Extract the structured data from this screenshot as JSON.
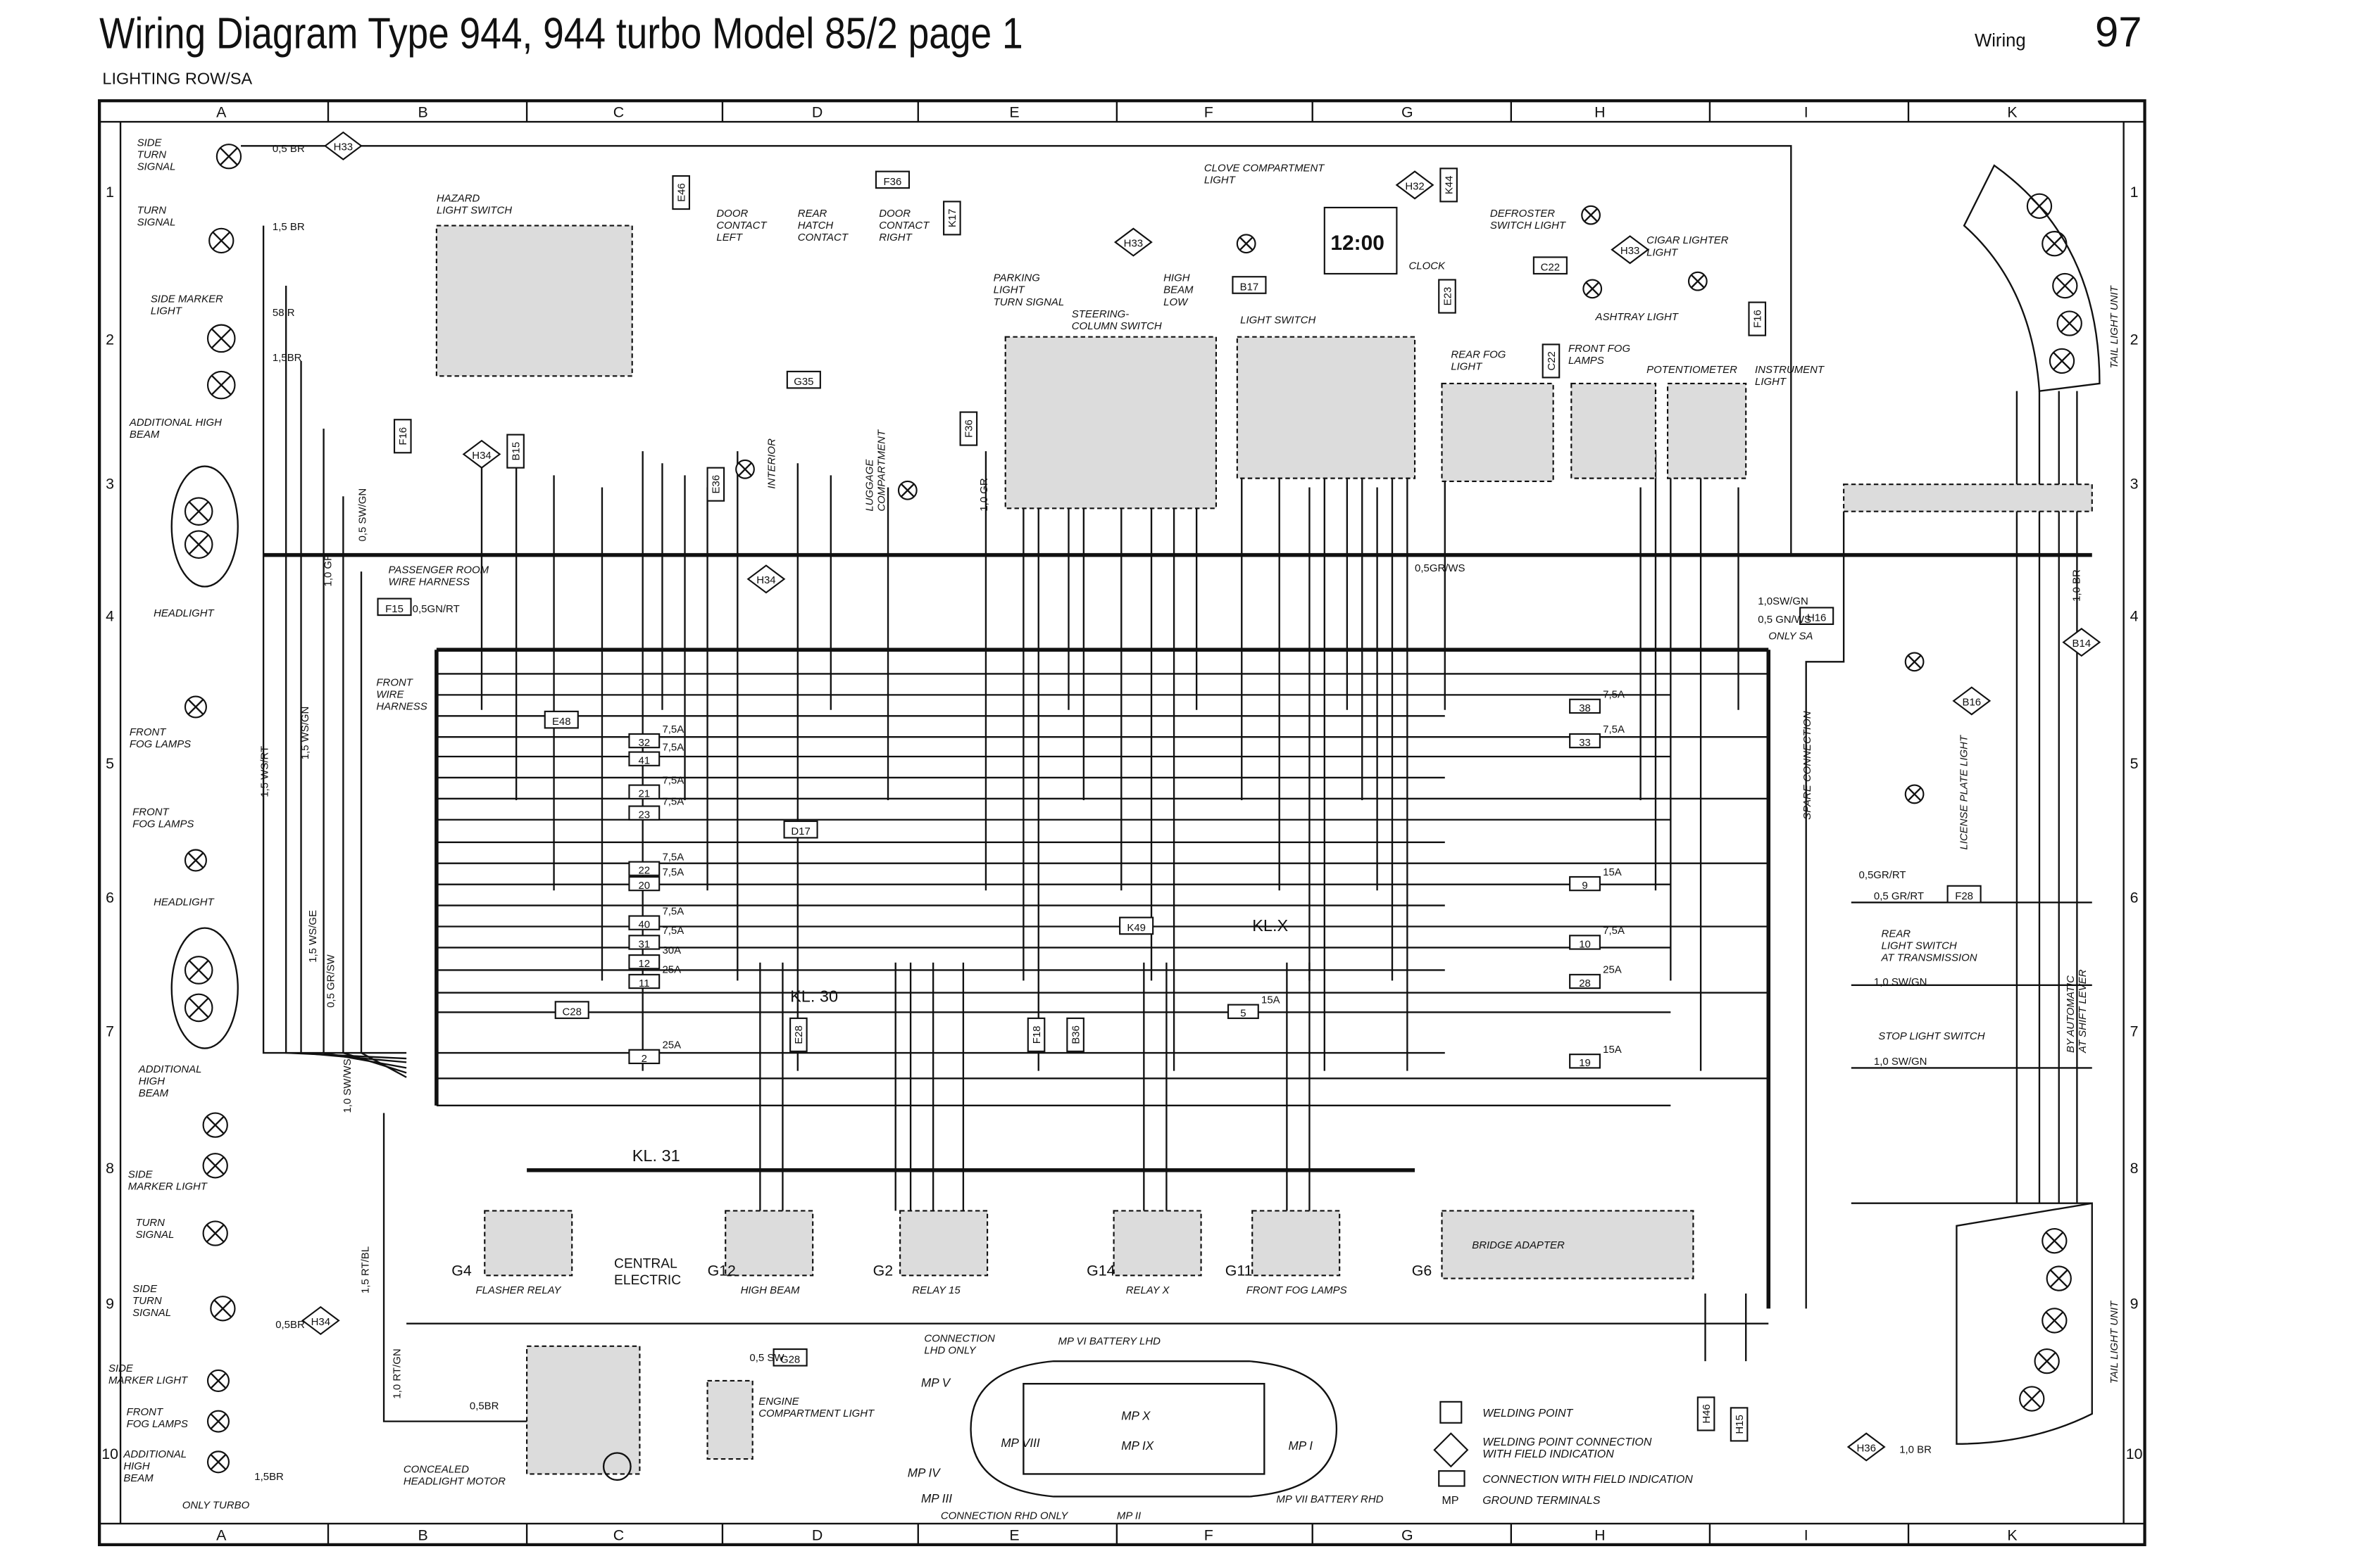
{
  "header": {
    "title": "Wiring Diagram Type 944, 944 turbo Model 85/2 page 1",
    "subtitle": "LIGHTING ROW/SA",
    "section": "Wiring",
    "page_number": "97"
  },
  "grid": {
    "columns": [
      "A",
      "B",
      "C",
      "D",
      "E",
      "F",
      "G",
      "H",
      "I",
      "K"
    ],
    "rows": [
      "1",
      "2",
      "3",
      "4",
      "5",
      "6",
      "7",
      "8",
      "9",
      "10"
    ]
  },
  "components": {
    "side_turn_signal_top": [
      "SIDE",
      "TURN",
      "SIGNAL"
    ],
    "turn_signal_top": [
      "TURN",
      "SIGNAL"
    ],
    "side_marker_top": [
      "SIDE MARKER",
      "LIGHT"
    ],
    "add_high_beam_top": [
      "ADDITIONAL HIGH",
      "BEAM"
    ],
    "headlight_top": [
      "HEADLIGHT"
    ],
    "front_fog_1": [
      "FRONT",
      "FOG LAMPS"
    ],
    "front_fog_2": [
      "FRONT",
      "FOG LAMPS"
    ],
    "headlight_bottom": [
      "HEADLIGHT"
    ],
    "add_high_beam_bottom": [
      "ADDITIONAL",
      "HIGH",
      "BEAM"
    ],
    "side_marker_bottom": [
      "SIDE",
      "MARKER LIGHT"
    ],
    "turn_signal_bottom": [
      "TURN",
      "SIGNAL"
    ],
    "side_turn_signal_bottom": [
      "SIDE",
      "TURN",
      "SIGNAL"
    ],
    "turbo_side_marker": [
      "SIDE",
      "MARKER LIGHT"
    ],
    "turbo_front_fog": [
      "FRONT",
      "FOG LAMPS"
    ],
    "turbo_add_high_beam": [
      "ADDITIONAL",
      "HIGH",
      "BEAM"
    ],
    "only_turbo": [
      "ONLY TURBO"
    ],
    "hazard_switch": [
      "HAZARD",
      "LIGHT SWITCH"
    ],
    "door_contact_left": [
      "DOOR",
      "CONTACT",
      "LEFT"
    ],
    "rear_hatch_contact": [
      "REAR",
      "HATCH",
      "CONTACT"
    ],
    "door_contact_right": [
      "DOOR",
      "CONTACT",
      "RIGHT"
    ],
    "glove_compartment": [
      "CLOVE COMPARTMENT",
      "LIGHT"
    ],
    "clock": [
      "CLOCK"
    ],
    "clock_display": [
      "12:00"
    ],
    "defroster_switch": [
      "DEFROSTER",
      "SWITCH LIGHT"
    ],
    "cigar_lighter": [
      "CIGAR LIGHTER",
      "LIGHT"
    ],
    "ashtray_light": [
      "ASHTRAY LIGHT"
    ],
    "parking_light": [
      "PARKING",
      "LIGHT",
      "TURN SIGNAL"
    ],
    "steering_column": [
      "STEERING-",
      "COLUMN SWITCH"
    ],
    "high_beam_low": [
      "HIGH",
      "BEAM",
      "LOW"
    ],
    "light_switch": [
      "LIGHT SWITCH"
    ],
    "rear_fog_light": [
      "REAR FOG",
      "LIGHT"
    ],
    "front_fog_lamps_sw": [
      "FRONT FOG",
      "LAMPS"
    ],
    "potentiometer": [
      "POTENTIOMETER"
    ],
    "instrument_light": [
      "INSTRUMENT",
      "LIGHT"
    ],
    "interior": [
      "INTERIOR"
    ],
    "luggage": [
      "LUGGAGE",
      "COMPARTMENT"
    ],
    "passenger_harness": [
      "PASSENGER ROOM",
      "WIRE HARNESS"
    ],
    "front_harness": [
      "FRONT",
      "WIRE",
      "HARNESS"
    ],
    "spare_connection": [
      "SPARE CONNECTION"
    ],
    "license_plate": [
      "LICENSE PLATE LIGHT"
    ],
    "rear_light_switch": [
      "REAR",
      "LIGHT SWITCH",
      "AT TRANSMISSION"
    ],
    "stop_light_switch": [
      "STOP LIGHT SWITCH"
    ],
    "by_automatic": [
      "BY AUTOMATIC",
      "AT SHIFT LEVER"
    ],
    "tail_light_top": [
      "TAIL LIGHT UNIT"
    ],
    "tail_light_bottom": [
      "TAIL LIGHT UNIT"
    ],
    "kl30": [
      "KL. 30"
    ],
    "kl31": [
      "KL. 31"
    ],
    "klx": [
      "KL.X"
    ],
    "g4": [
      "G4"
    ],
    "flasher_relay": [
      "FLASHER RELAY"
    ],
    "central_electric": [
      "CENTRAL",
      "ELECTRIC"
    ],
    "g12": [
      "G12"
    ],
    "high_beam_relay": [
      "HIGH BEAM"
    ],
    "g2": [
      "G2"
    ],
    "relay_15": [
      "RELAY 15"
    ],
    "g14": [
      "G14"
    ],
    "relay_x": [
      "RELAY X"
    ],
    "g11": [
      "G11"
    ],
    "front_fog_relay": [
      "FRONT FOG LAMPS"
    ],
    "g6": [
      "G6"
    ],
    "bridge_adapter": [
      "BRIDGE ADAPTER"
    ],
    "engine_comp_light": [
      "ENGINE",
      "COMPARTMENT LIGHT"
    ],
    "concealed_motor": [
      "CONCEALED",
      "HEADLIGHT MOTOR"
    ],
    "conn_lhd": [
      "CONNECTION",
      "LHD ONLY"
    ],
    "mp6": [
      "MP VI  BATTERY LHD"
    ],
    "conn_rhd": [
      "CONNECTION RHD ONLY"
    ],
    "mp2": [
      "MP II"
    ],
    "mp7": [
      "MP VII  BATTERY RHD"
    ],
    "mp1": [
      "MP I"
    ],
    "mp10": [
      "MP X"
    ],
    "mp9": [
      "MP IX"
    ],
    "mp8": [
      "MP VIII"
    ],
    "mp5": [
      "MP V"
    ],
    "mp4": [
      "MP IV"
    ],
    "mp3": [
      "MP III"
    ],
    "only_sa": [
      "ONLY  SA"
    ]
  },
  "legend": {
    "welding_point": "WELDING POINT",
    "welding_conn": [
      "WELDING POINT CONNECTION",
      "WITH FIELD INDICATION"
    ],
    "connection_field": "CONNECTION WITH FIELD INDICATION",
    "mp_symbol": "MP",
    "ground_terminals": "GROUND TERMINALS"
  },
  "connectors": [
    "H33",
    "H34",
    "F36",
    "K17",
    "E46",
    "H32",
    "K44",
    "H33",
    "B17",
    "C22",
    "H33",
    "F16",
    "E23",
    "C22",
    "F15",
    "F16",
    "B15",
    "E36",
    "G35",
    "F36",
    "H34",
    "B14",
    "B16",
    "F28",
    "H46",
    "H15",
    "H36",
    "H34",
    "G28",
    "C28",
    "E28",
    "F18",
    "B36",
    "K49",
    "D17",
    "H16",
    "E48"
  ],
  "fuses": [
    "32",
    "41",
    "21",
    "23",
    "22",
    "20",
    "40",
    "31",
    "12",
    "11",
    "2",
    "38",
    "33",
    "9",
    "10",
    "28",
    "5",
    "19"
  ],
  "fuse_ratings": [
    "7,5A",
    "7,5A",
    "7,5A",
    "7,5A",
    "7,5A",
    "7,5A",
    "7,5A",
    "7,5A",
    "30A",
    "25A",
    "25A",
    "7,5A",
    "7,5A",
    "15A",
    "7,5A",
    "25A",
    "15A",
    "15A"
  ],
  "wire_labels": [
    "0,5 BR",
    "1,5 BR",
    "58 R",
    "1,5BR",
    "1,5BR",
    "0,5GN/RT",
    "1,0 GR",
    "0,5 SW/GN",
    "1,5 WS/GN",
    "1,5 WS/RT",
    "1,5 WS/GE",
    "0,5 GR/SW",
    "1,0 SW/WS",
    "1,5 RT/BL",
    "1,0 RT/GN",
    "1,0 SW/GN",
    "1,0 SW/GN",
    "0,5GR/RT",
    "0,5 GR/RT",
    "1,0 BR",
    "1,0 GR",
    "0,5 SW",
    "0,5BR",
    "0,5BR",
    "1,0 BR",
    "0,5GR/WS",
    "1,0SW/GN",
    "0,5 GN/WS"
  ]
}
